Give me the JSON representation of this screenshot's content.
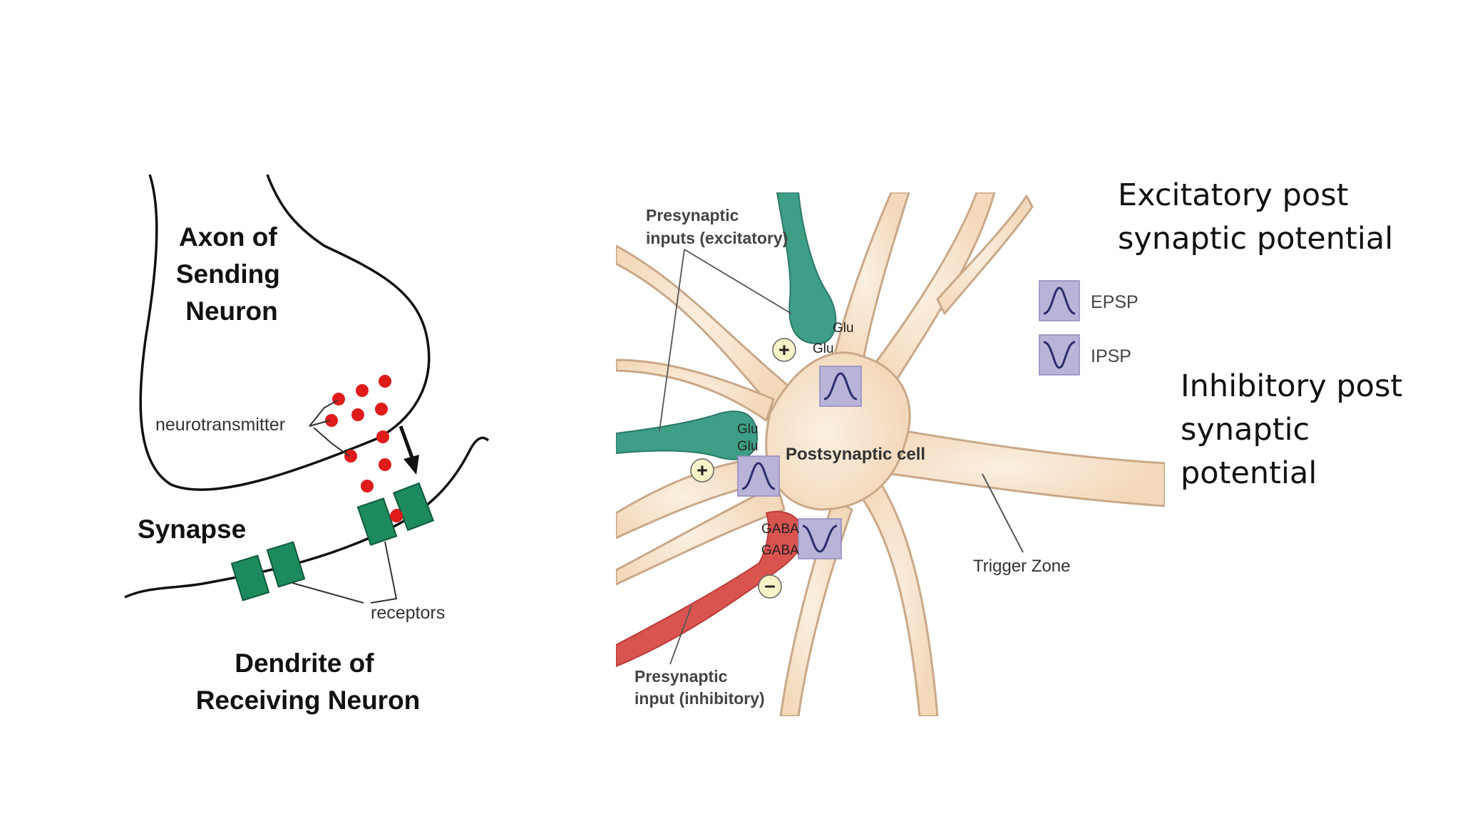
{
  "synapse_diagram": {
    "axon_label": [
      "Axon of",
      "Sending",
      "Neuron"
    ],
    "neurotransmitter_label": "neurotransmitter",
    "synapse_label": "Synapse",
    "receptors_label": "receptors",
    "dendrite_label": [
      "Dendrite of",
      "Receiving Neuron"
    ]
  },
  "neuron_diagram": {
    "presynaptic_excitatory": [
      "Presynaptic",
      "inputs (excitatory)"
    ],
    "presynaptic_inhibitory": [
      "Presynaptic",
      "input (inhibitory)"
    ],
    "postsynaptic_cell_label": "Postsynaptic cell",
    "trigger_zone_label": "Trigger Zone",
    "glu": "Glu",
    "gaba": "GABA",
    "plus_sign": "+",
    "minus_sign": "−",
    "legend": {
      "epsp": "EPSP",
      "ipsp": "IPSP"
    },
    "colors": {
      "cell": "#f4ddc3",
      "cell_edge": "#c9a888",
      "excitatory": "#3e9e86",
      "inhibitory": "#d9534f",
      "psp_box": "#b9b3d8",
      "vesicle": "#e01b1b",
      "receptor": "#1d8a5e"
    }
  },
  "captions": {
    "excitatory": [
      "Excitatory post",
      "synaptic potential"
    ],
    "inhibitory": [
      "Inhibitory post",
      "synaptic",
      "potential"
    ]
  }
}
